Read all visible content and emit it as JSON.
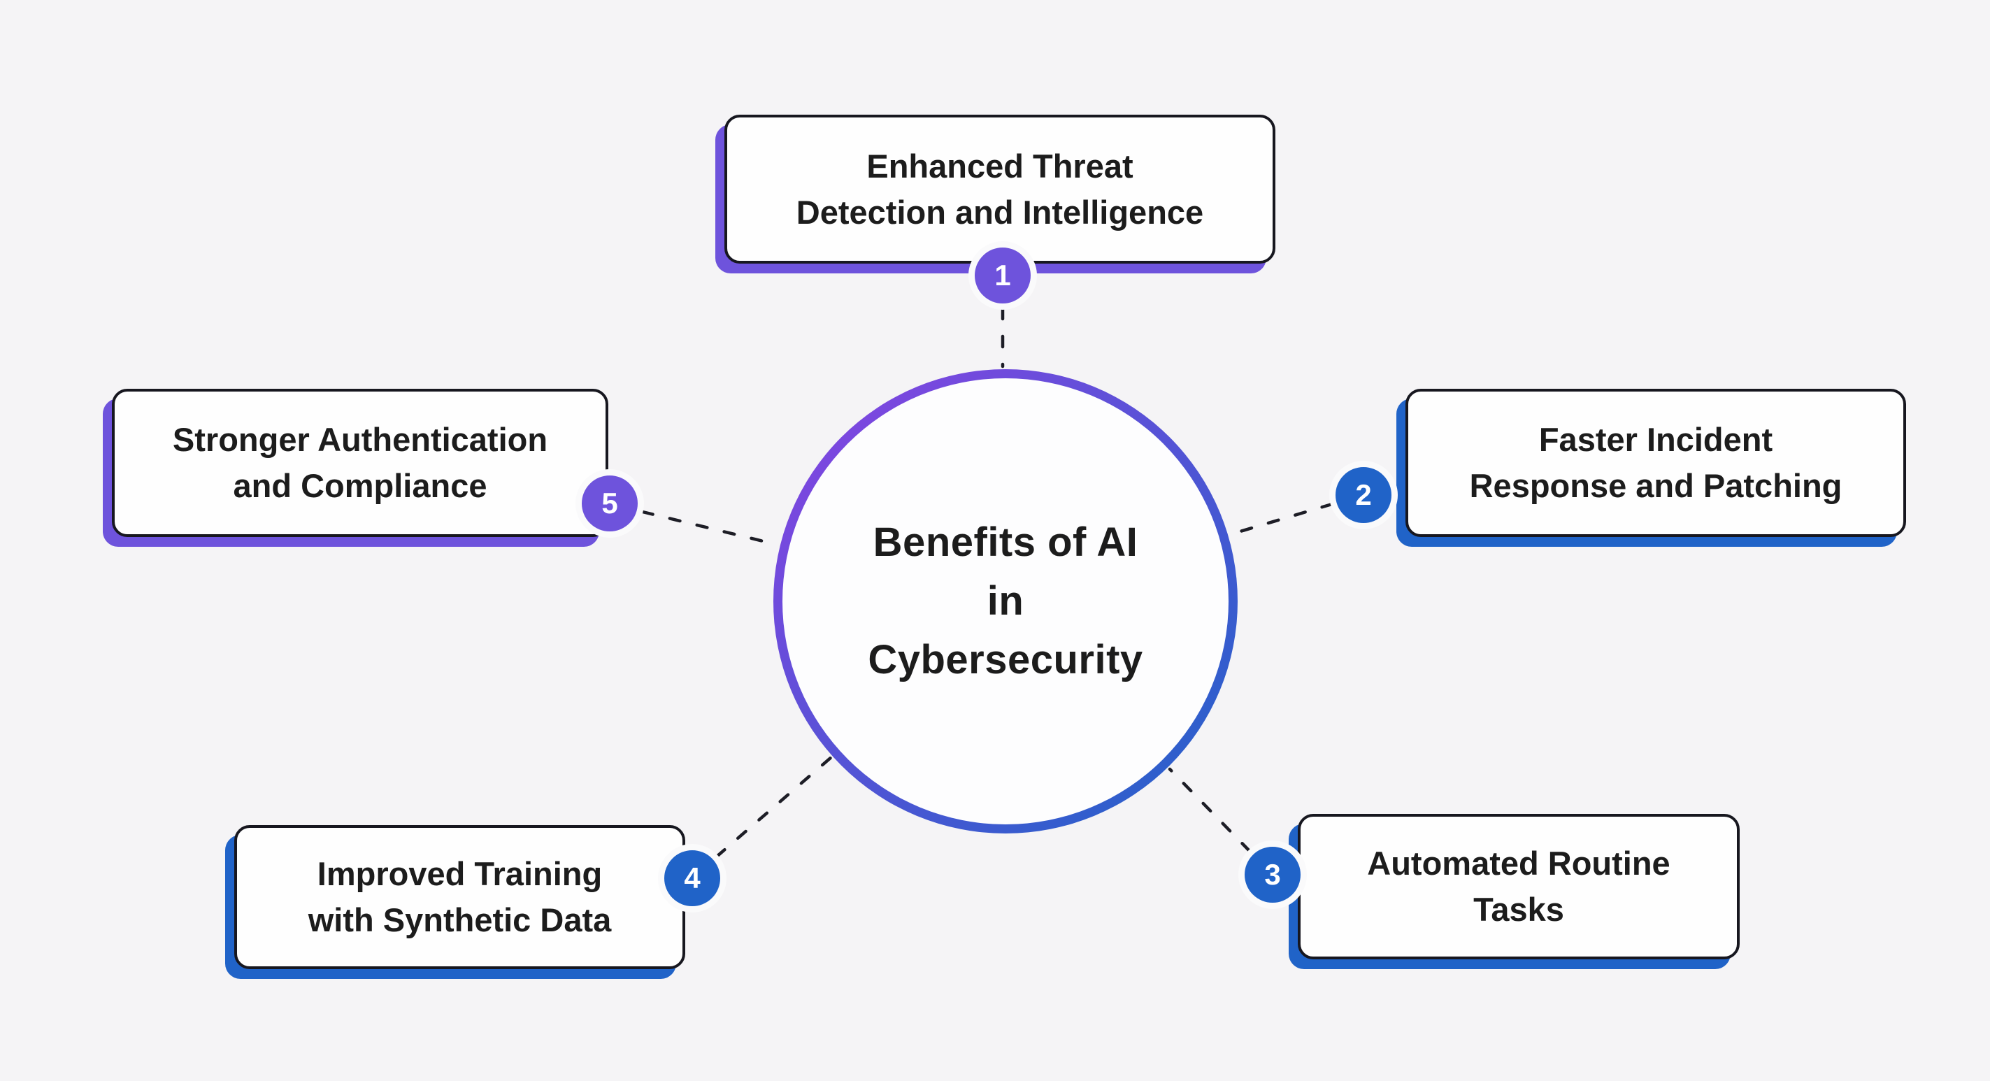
{
  "background_color": "#f5f4f6",
  "connector_color": "#1d1d26",
  "center": {
    "lines": [
      "Benefits of AI",
      "in",
      "Cybersecurity"
    ],
    "ring_gradient": [
      "#8a43e3",
      "#1f63c8"
    ],
    "fill_color": "#fdfdfe",
    "text_color": "#1c1c1c"
  },
  "accents": {
    "purple": "#6e53dc",
    "blue": "#2063c8"
  },
  "nodes": [
    {
      "badge": "1",
      "lines": [
        "Enhanced Threat",
        "Detection and Intelligence"
      ],
      "accent": "#6e53dc"
    },
    {
      "badge": "2",
      "lines": [
        "Faster Incident",
        "Response and Patching"
      ],
      "accent": "#2063c8"
    },
    {
      "badge": "3",
      "lines": [
        "Automated Routine",
        "Tasks"
      ],
      "accent": "#2063c8"
    },
    {
      "badge": "4",
      "lines": [
        "Improved Training",
        "with Synthetic Data"
      ],
      "accent": "#2063c8"
    },
    {
      "badge": "5",
      "lines": [
        "Stronger Authentication",
        "and Compliance"
      ],
      "accent": "#6e53dc"
    }
  ]
}
